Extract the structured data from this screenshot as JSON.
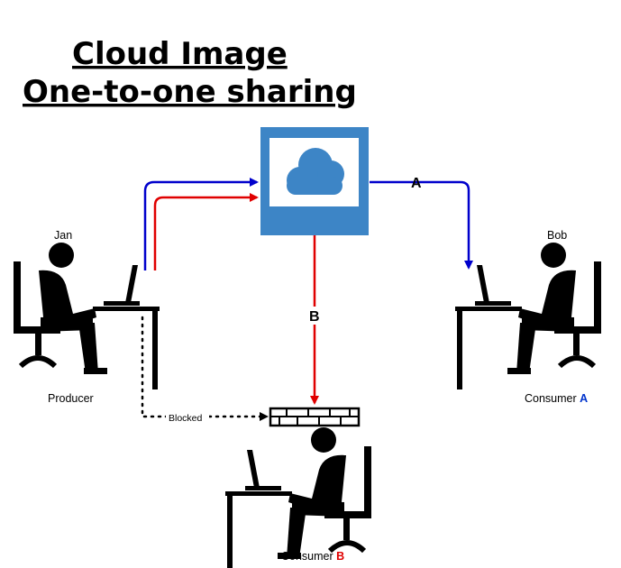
{
  "title": {
    "line1": "Cloud Image",
    "line2": "One-to-one sharing"
  },
  "people": {
    "producer": {
      "name": "Jan",
      "role": "Producer"
    },
    "consumer_a": {
      "name": "Bob",
      "role_prefix": "Consumer",
      "role_suffix": "A"
    },
    "consumer_b": {
      "role_prefix": "Consumer",
      "role_suffix": "B"
    }
  },
  "flows": {
    "a_label": "A",
    "b_label": "B",
    "blocked_label": "Blocked"
  },
  "icons": [
    "cloud-icon",
    "firewall-icon",
    "person-at-desk-icon"
  ],
  "colors": {
    "flow_a": "#0000cc",
    "flow_b": "#e00000",
    "cloud_panel": "#3d85c6",
    "cloud_shape": "#3d85c6",
    "suffix_a": "#0033cc",
    "suffix_b": "#e00000"
  }
}
